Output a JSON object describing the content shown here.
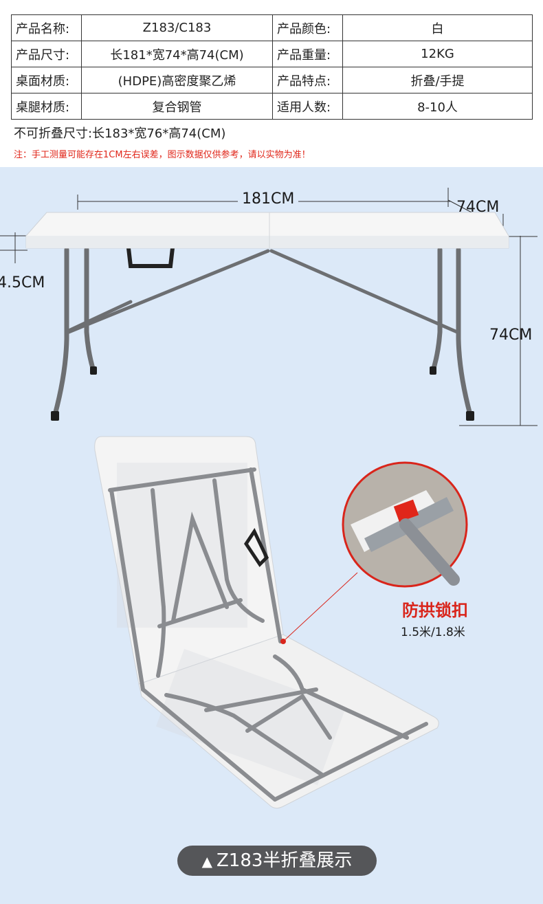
{
  "specs": {
    "rows": [
      {
        "l1": "产品名称:",
        "v1": "Z183/C183",
        "l2": "产品颜色:",
        "v2": "白"
      },
      {
        "l1": "产品尺寸:",
        "v1": "长181*宽74*高74(CM)",
        "l2": "产品重量:",
        "v2": "12KG"
      },
      {
        "l1": "桌面材质:",
        "v1": "(HDPE)高密度聚乙烯",
        "l2": "产品特点:",
        "v2": "折叠/手提"
      },
      {
        "l1": "桌腿材质:",
        "v1": "复合钢管",
        "l2": "适用人数:",
        "v2": "8-10人"
      }
    ]
  },
  "nonfold_size": "不可折叠尺寸:长183*宽76*高74(CM)",
  "note": "注：手工测量可能存在1CM左右误差，图示数据仅供参考，请以实物为准！",
  "dims": {
    "length": "181CM",
    "width": "74CM",
    "height": "74CM",
    "thickness": "4.5CM"
  },
  "callout": {
    "title": "防拱锁扣",
    "subtitle": "1.5米/1.8米"
  },
  "caption": {
    "icon": "triangle-up-icon",
    "text": "Z183半折叠展示"
  },
  "colors": {
    "background_blue": "#dce9f8",
    "accent_red": "#d9251b",
    "caption_bg": "#555659"
  }
}
